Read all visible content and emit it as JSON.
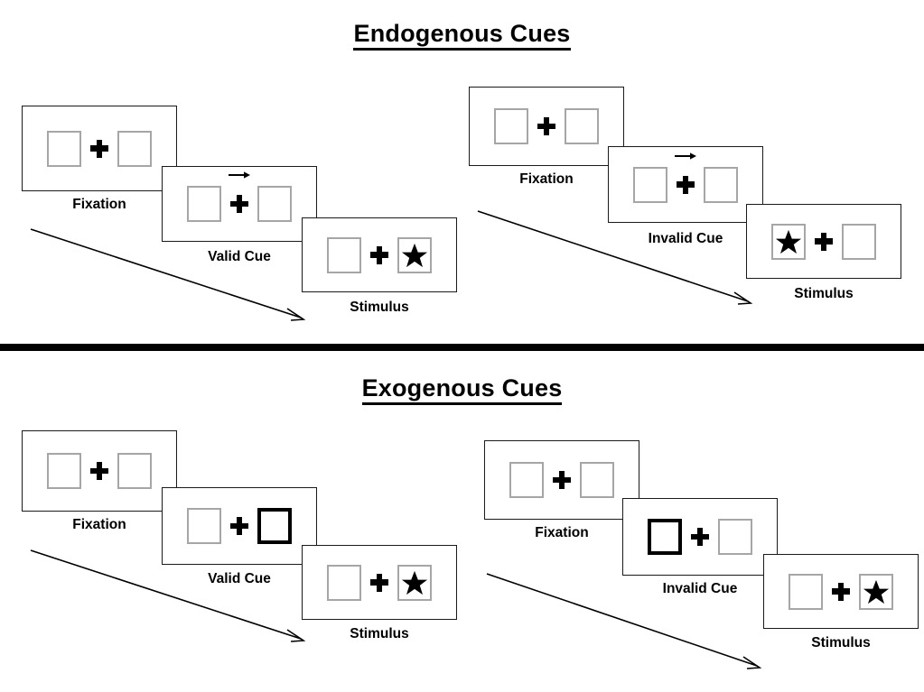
{
  "sections": [
    {
      "id": "endogenous",
      "title": "Endogenous Cues",
      "cue_type": "arrow",
      "sequences": [
        {
          "id": "endogenous-valid",
          "cards": [
            {
              "label": "Fixation",
              "left_box": "empty",
              "right_box": "empty",
              "cue": "none",
              "stimulus": "none"
            },
            {
              "label": "Valid Cue",
              "left_box": "empty",
              "right_box": "empty",
              "cue": "arrow-right",
              "stimulus": "none"
            },
            {
              "label": "Stimulus",
              "left_box": "empty",
              "right_box": "star",
              "cue": "none",
              "stimulus": "right"
            }
          ]
        },
        {
          "id": "endogenous-invalid",
          "cards": [
            {
              "label": "Fixation",
              "left_box": "empty",
              "right_box": "empty",
              "cue": "none",
              "stimulus": "none"
            },
            {
              "label": "Invalid Cue",
              "left_box": "empty",
              "right_box": "empty",
              "cue": "arrow-right",
              "stimulus": "none"
            },
            {
              "label": "Stimulus",
              "left_box": "star",
              "right_box": "empty",
              "cue": "none",
              "stimulus": "left"
            }
          ]
        }
      ]
    },
    {
      "id": "exogenous",
      "title": "Exogenous Cues",
      "cue_type": "box-flash",
      "sequences": [
        {
          "id": "exogenous-valid",
          "cards": [
            {
              "label": "Fixation",
              "left_box": "empty",
              "right_box": "empty",
              "cue": "none",
              "stimulus": "none"
            },
            {
              "label": "Valid Cue",
              "left_box": "empty",
              "right_box": "cued",
              "cue": "box-right",
              "stimulus": "none"
            },
            {
              "label": "Stimulus",
              "left_box": "empty",
              "right_box": "star",
              "cue": "none",
              "stimulus": "right"
            }
          ]
        },
        {
          "id": "exogenous-invalid",
          "cards": [
            {
              "label": "Fixation",
              "left_box": "empty",
              "right_box": "empty",
              "cue": "none",
              "stimulus": "none"
            },
            {
              "label": "Invalid Cue",
              "left_box": "cued",
              "right_box": "empty",
              "cue": "box-left",
              "stimulus": "none"
            },
            {
              "label": "Stimulus",
              "left_box": "empty",
              "right_box": "star",
              "cue": "none",
              "stimulus": "right"
            }
          ]
        }
      ]
    }
  ],
  "symbols": {
    "fixation_cross": "plus-icon",
    "target": "star-icon",
    "cue_arrow": "arrow-right-icon",
    "flow": "time-flow-arrow-icon"
  },
  "colors": {
    "ink": "#000000",
    "card_border": "#1a1a1a",
    "box_border": "#a6a6a6",
    "cued_box_border": "#000000",
    "background": "#ffffff"
  }
}
